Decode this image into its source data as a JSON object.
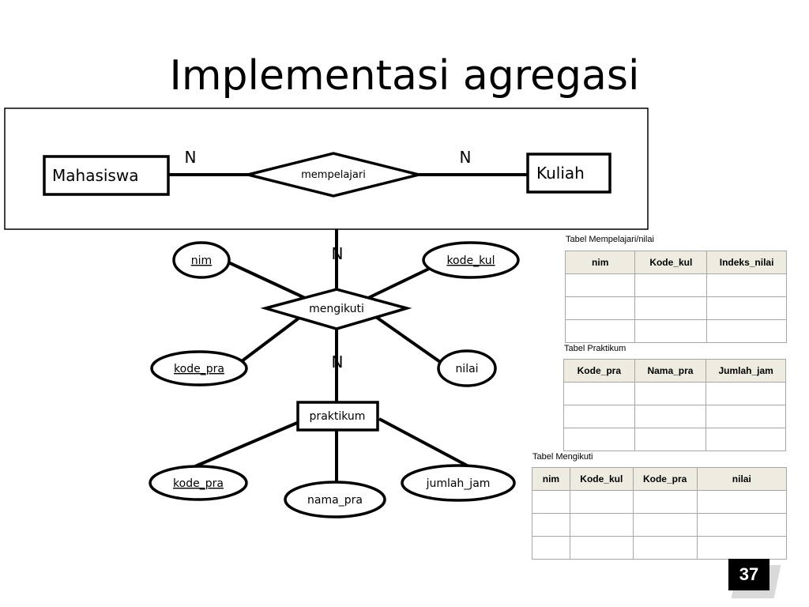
{
  "title": "Implementasi agregasi",
  "diagram": {
    "entities": {
      "mahasiswa": "Mahasiswa",
      "kuliah": "Kuliah",
      "praktikum": "praktikum"
    },
    "relationships": {
      "mempelajari": "mempelajari",
      "mengikuti": "mengikuti"
    },
    "cardinalities": {
      "mahasiswa_side": "N",
      "kuliah_side": "N",
      "aggregate_side": "N",
      "praktikum_side": "N"
    },
    "attributes": {
      "nim": "nim",
      "kode_kul": "kode_kul",
      "kode_pra_top": "kode_pra",
      "nilai": "nilai",
      "kode_pra_bottom": "kode_pra",
      "nama_pra": "nama_pra",
      "jumlah_jam": "jumlah_jam"
    }
  },
  "tables": [
    {
      "caption": "Tabel Mempelajari/nilai",
      "headers": [
        "nim",
        "Kode_kul",
        "Indeks_nilai"
      ],
      "empty_rows": 3
    },
    {
      "caption": "Tabel Praktikum",
      "headers": [
        "Kode_pra",
        "Nama_pra",
        "Jumlah_jam"
      ],
      "empty_rows": 3
    },
    {
      "caption": "Tabel Mengikuti",
      "headers": [
        "nim",
        "Kode_kul",
        "Kode_pra",
        "nilai"
      ],
      "empty_rows": 3
    }
  ],
  "slide_number": "37"
}
